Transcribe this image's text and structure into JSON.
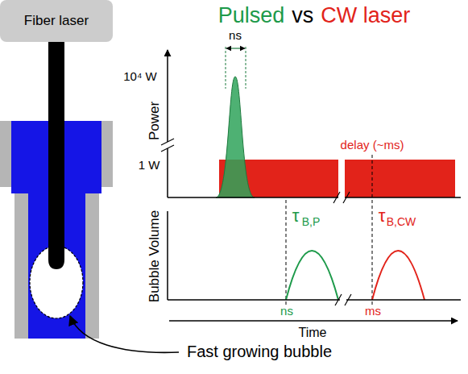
{
  "diagram": {
    "nodes": [
      {
        "text": [
          "Fiber laser"
        ]
      }
    ],
    "labels": [
      "Pulsed",
      "vs",
      "CW laser",
      "ns",
      "10⁴ W",
      "1 W",
      "Power",
      "delay (~ms)",
      "Bubble Volume",
      "τ",
      "B,P",
      "τ",
      "B,CW",
      "ns",
      "ms",
      "Time",
      "Fast growing bubble"
    ]
  }
}
